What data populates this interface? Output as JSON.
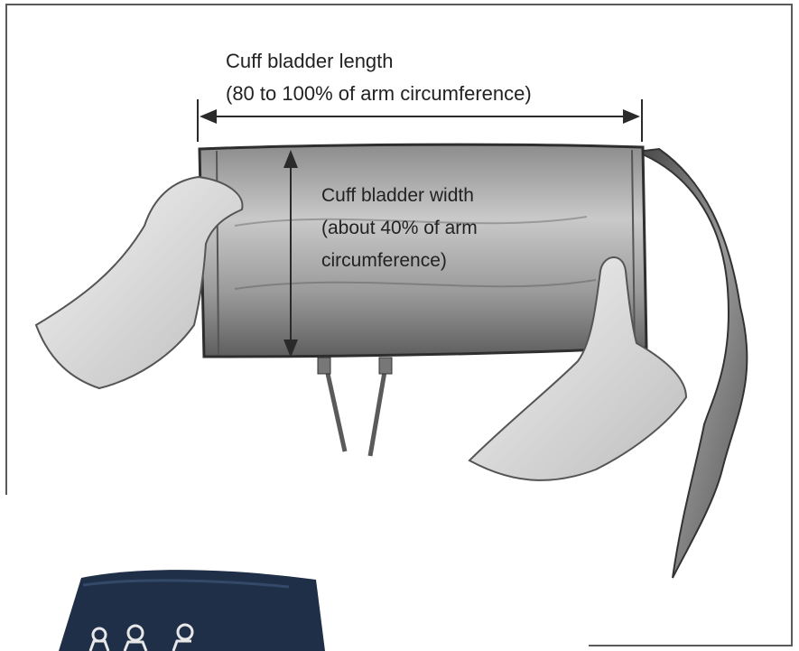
{
  "diagram": {
    "length_label": {
      "line1": "Cuff bladder length",
      "line2": "(80 to 100% of arm circumference)"
    },
    "width_label": {
      "line1": "Cuff bladder width",
      "line2": "(about 40% of arm",
      "line3": "circumference)"
    }
  },
  "colors": {
    "cuff_dark": "#1f2f48",
    "line": "#2a2a2a"
  }
}
